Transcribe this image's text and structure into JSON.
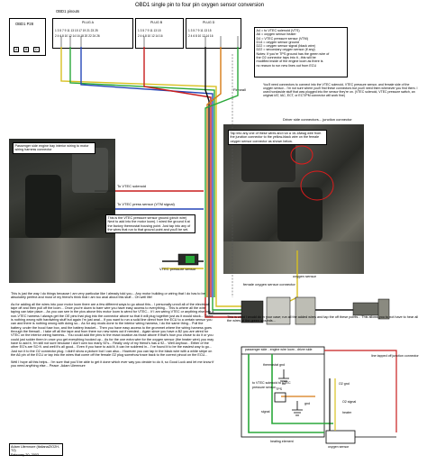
{
  "header": {
    "title": "OBD1 single pin to four pin oxygen sensor conversion",
    "subtitle": "OBD1 pinouts"
  },
  "ecu": {
    "label": "OBD1 P28",
    "pins": [
      "A",
      "B",
      "D"
    ]
  },
  "plugs": [
    {
      "name": "PLUG A",
      "top": "1 3 5 7 9 11 13 15 17 19 21 23 25",
      "bottom": "2 4 6 8 10 12 14 16 18 20 22 24 26"
    },
    {
      "name": "PLUG B",
      "top": "1 3 5 7 9 11 13 15",
      "bottom": "2 4 6 8 10 12 14 16"
    },
    {
      "name": "PLUG D",
      "top": "1 3 5 7 9 11 13 15",
      "bottom": "2 4 6 8 10 12 14 16"
    }
  ],
  "pin_legend": [
    "A4 = to VTEC solenoid (VTS)",
    "A6 = oxygen sensor heater",
    "D4 = VTEC pressure sensor (VTM)",
    "D14 = oxygen sensor ground",
    "D22 = oxygen sensor signal (black wire)",
    "D22 = secondary oxygen sensor (if any)",
    "Notes: If you're TPS ground has the green wire of",
    "the O2 connector taps into it...this will be",
    "modified inside of the engine loom as there is",
    "no reason to run new lines out from ECU"
  ],
  "firewall": "Firewall",
  "connectors_note": "You'll need connectors to connect into the VTEC solenoid, VTEC pressure sensor, and female side of the oxygen sensor... I'm not sure where you'll find these connectors but you'll need them whenever you find them. I used hondaside stuff that was plugged into the sensor they're on. (VTEC solenoid, VTEC pressure switch, an original IAT, IAC, ECT, or ECT/PM connector will work fine)",
  "driver_side": "Driver side connectors... junction connector",
  "tap_note": "Tap into any one of these wires and run a 16-18awg wire from the junction connector to the yellow-black wire on the female oxygen sensor connector as shown below.",
  "passenger_loom": "Passenger side engine bay interior wiring to motor wiring harness connector",
  "to_vtec_solenoid": "To VTEC solenoid",
  "to_vtec_pressure": "To VTEC press sensor (VTM signal)",
  "ground_note": "This is the VTEC pressure sensor ground (pinch wire) Next to add into the motor loom). I wired the ground it at the factory thermostat housing point. Just tap into any of the wires that run to that ground point and you'll be set.",
  "vtec_pressure_sensor": "VTEC pressure sensor",
  "oxygen_sensor": "oxygen sensor",
  "female_o2": "female oxygen sensor connector",
  "left_paragraphs": [
    "This is just the way I do things because I am very particular like I already told you... Any motor building or wiring that I do has to be absolutely perfect and most of my friend's think that I am too anal about this stuff... Oh well life!",
    "As for adding all the wires into your motor loom there are a few different ways to go about this... I personally unroll all of the electrical tape off and then pull off the loom... Once you're down to bare wire you have easy access to everything... This is where all the wire taping can take place... As you can see in the pics above this motor loom is wired for VTEC... If I am wiring VTEC or anything else into a non-VTEC harness I always get the OE pins that plug into the connector above so that it will plug together just as it would stock... There is nothing wrong with hardwiring stuff but again I'm just anal... If you want to run a solid line direct from the ECU to a certain sensor you can and there is nothing wrong with doing so... As for any mods done to the interior wiring harness, I do the same thing... Pull the battery, under the hood fuse box, and the battery bracket... Then you have easy access to the grommet where the wiring harness goes through the firewall... I take off all the tape and from there run new wires out if needed... Again since you have a B2 you are wired for VTEC on the interior wiring harness... You could add the pins to the exact location as those above if that's how you chose to do it or you could just solder them in once you get everything hooked up... As for the one extra wire for the oxygen sensor (the heater wire) you may have to add it, I'm still not sure because I don't own too many 92's... Really only of my friend's has a 92... Well anyhow... Either of the other EG's are SO ft. and well it's all good... Even if you have to add it, it can be soldered in... I've found it to be the easiest way to go... Just run it to the O2 connector plug. I didn't show a picture but I can also... However you can tap in the black wire with a white stripe on the A6 pin of the ECU or tap into the wires that come off the female O2 plug somehow trace back to the correct pinout on the ECU...",
    "Well I hope all this helps... I'm sure that you'll be able to get it done which ever way you decide to do it, so Good Luck and let me know if you need anything else... Peace -Adam Ulemnure"
  ],
  "credits": [
    "Adam Ulemnure (italianaZIO2H-T2)",
    "February 20, 2003"
  ],
  "right_caption": "This is what I would do in your case; run all the added wires and tap the off these points... This allows you to not have to hear all the wires of the green grounds...",
  "schematic": {
    "passenger_side": "passenger side - engine wire loom - driver side",
    "tapped": "line tapped off junction connector",
    "thermostat": "thermostat gnd",
    "vtec_solenoid": "to VTEC solenoid to VTEC pressure sensor",
    "gnd": "gnd",
    "o2_gnd": "O2 gnd",
    "signal": "signal",
    "tps": "TPS",
    "heating": "heating element",
    "oxygen_sensor": "oxygen sensor",
    "o2_signal": "O2 signal",
    "heater": "heater"
  },
  "colors": {
    "photo_dark": "#2b2d2a",
    "wire_yellow": "#d8c021",
    "wire_green": "#2aa83a",
    "wire_red": "#c81d1d",
    "wire_blue": "#2546b8",
    "wire_orange": "#d77a15",
    "wire_black": "#111111"
  }
}
